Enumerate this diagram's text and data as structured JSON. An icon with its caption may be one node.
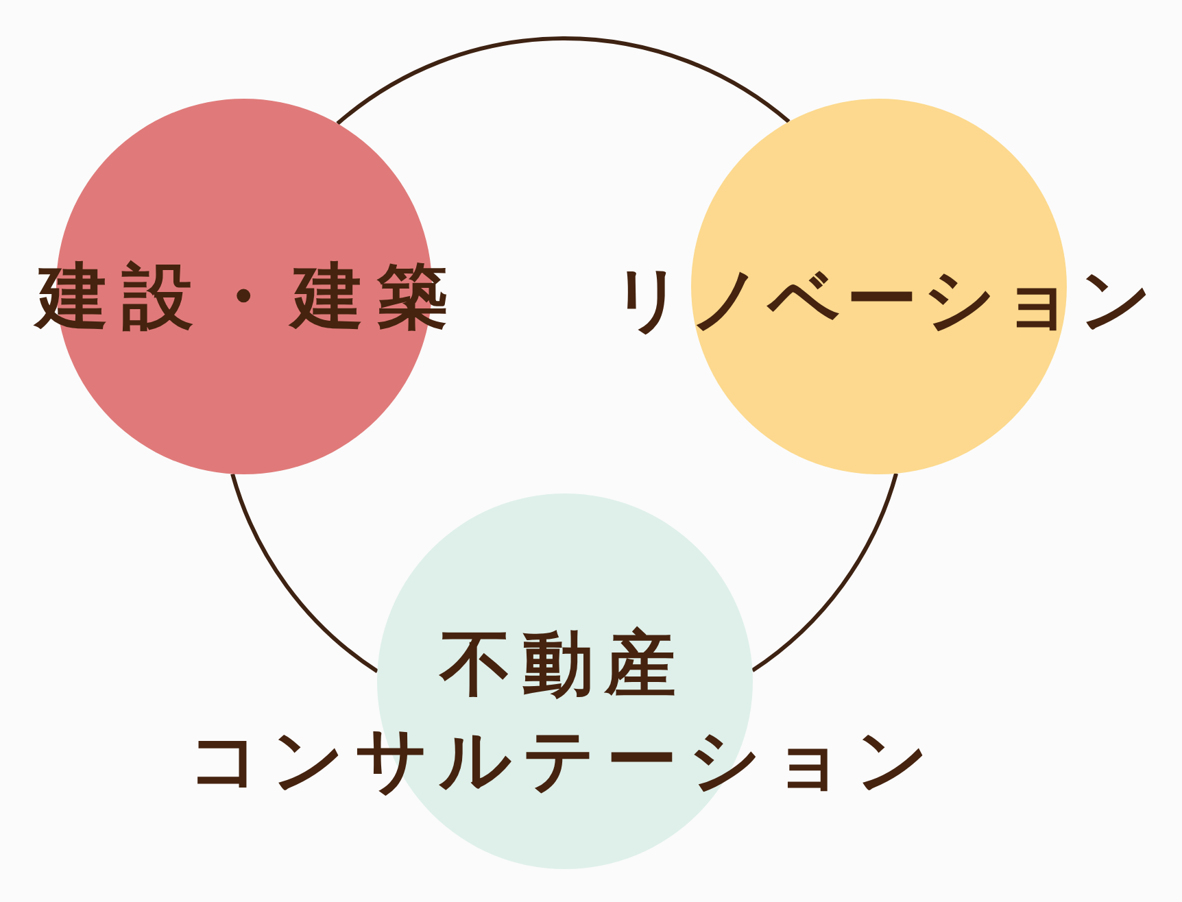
{
  "diagram": {
    "nodes": [
      {
        "text": [
          "建設・建築"
        ]
      },
      {
        "text": [
          "リノベーション"
        ]
      },
      {
        "text": [
          "不動産コンサルテーション"
        ]
      }
    ],
    "edges": [
      {
        "from": 0,
        "to": 1,
        "arrow": "none"
      },
      {
        "from": 1,
        "to": 2,
        "arrow": "none"
      },
      {
        "from": 2,
        "to": 0,
        "arrow": "none"
      }
    ]
  }
}
